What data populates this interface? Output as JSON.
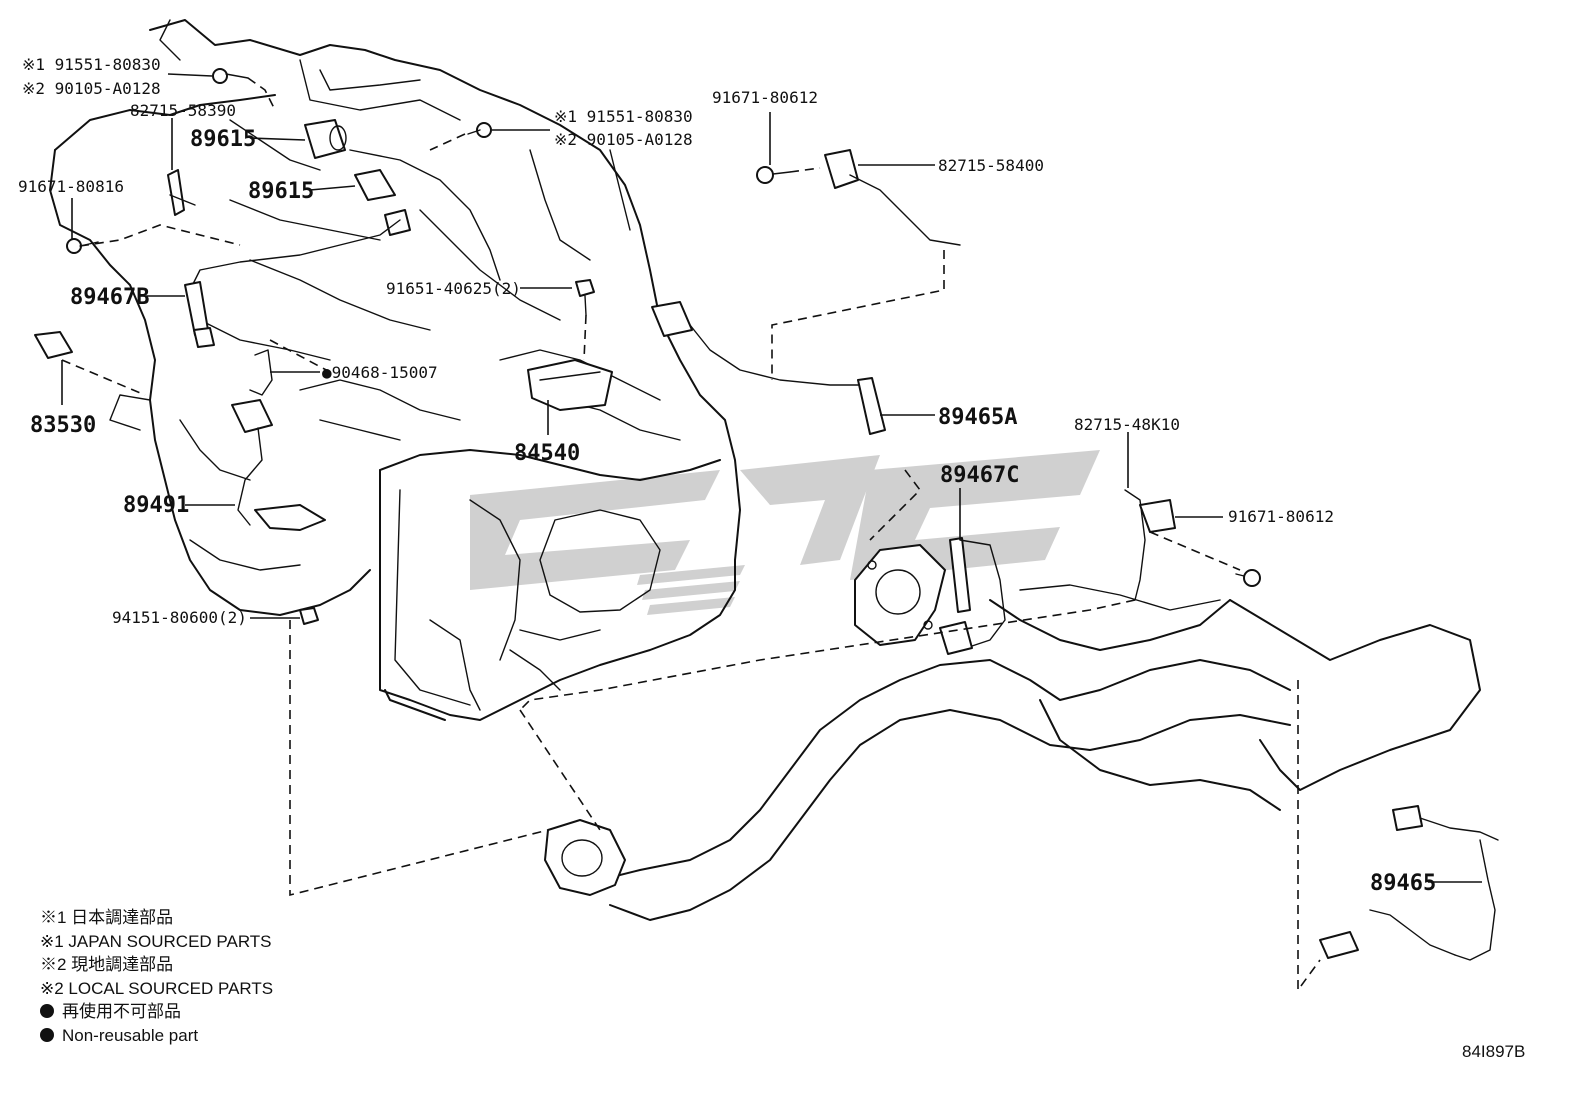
{
  "callouts": {
    "bolt_top_left_1": "※1 91551-80830",
    "bolt_top_left_2": "※2 90105-A0128",
    "bracket_82715_58390": "82715-58390",
    "sensor_89615_a": "89615",
    "sensor_89615_b": "89615",
    "bolt_91671_80816": "91671-80816",
    "sensor_89467b": "89467B",
    "sensor_83530": "83530",
    "clip_90468": "●90468-15007",
    "sensor_89491": "89491",
    "bolt_94151": "94151-80600(2)",
    "bolt_mid_1": "※1 91551-80830",
    "bolt_mid_2": "※2 90105-A0128",
    "bolt_91671_80612_top": "91671-80612",
    "bracket_82715_58400": "82715-58400",
    "bolt_91651": "91651-40625(2)",
    "sensor_84540": "84540",
    "sensor_89465a": "89465A",
    "sensor_89467c": "89467C",
    "bracket_82715_48k10": "82715-48K10",
    "bolt_91671_80612_right": "91671-80612",
    "sensor_89465": "89465"
  },
  "legend": {
    "note1_jp": "※1 日本調達部品",
    "note1_en": "※1 JAPAN SOURCED PARTS",
    "note2_jp": "※2 現地調達部品",
    "note2_en": "※2 LOCAL SOURCED PARTS",
    "nonreusable_jp": "再使用不可部品",
    "nonreusable_en": "Non-reusable part"
  },
  "diagram_id": "84I897B"
}
